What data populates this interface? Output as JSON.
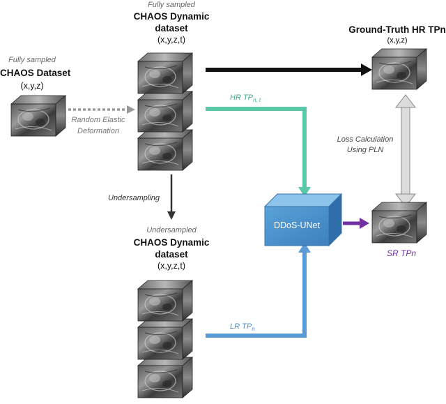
{
  "labels": {
    "left_tag": "Fully sampled",
    "left_title": "CHAOS Dataset",
    "left_coords": "(x,y,z)",
    "top_tag": "Fully sampled",
    "top_title_1": "CHAOS Dynamic",
    "top_title_2": "dataset",
    "top_coords": "(x,y,z,t)",
    "gt_title": "Ground-Truth HR TPn",
    "gt_coords": "(x,y,z)",
    "deform_1": "Random Elastic",
    "deform_2": "Deformation",
    "hr_tp": "HR TP",
    "hr_sub": "n, t",
    "loss_1": "Loss Calculation",
    "loss_2": "Using PLN",
    "undersampling": "Undersampling",
    "under_tag": "Undersampled",
    "under_title_1": "CHAOS Dynamic",
    "under_title_2": "dataset",
    "under_coords": "(x,y,z,t)",
    "model": "DDoS-UNet",
    "sr_tp": "SR TPn",
    "lr_tp": "LR TP",
    "lr_sub": "n"
  },
  "colors": {
    "hr_path": "#5ac8a8",
    "lr_path": "#5b9bd5",
    "sr_path": "#7030a0",
    "model_box": "#4a90c8",
    "gt_arrow": "#111111",
    "deform_arrow": "#999999"
  }
}
